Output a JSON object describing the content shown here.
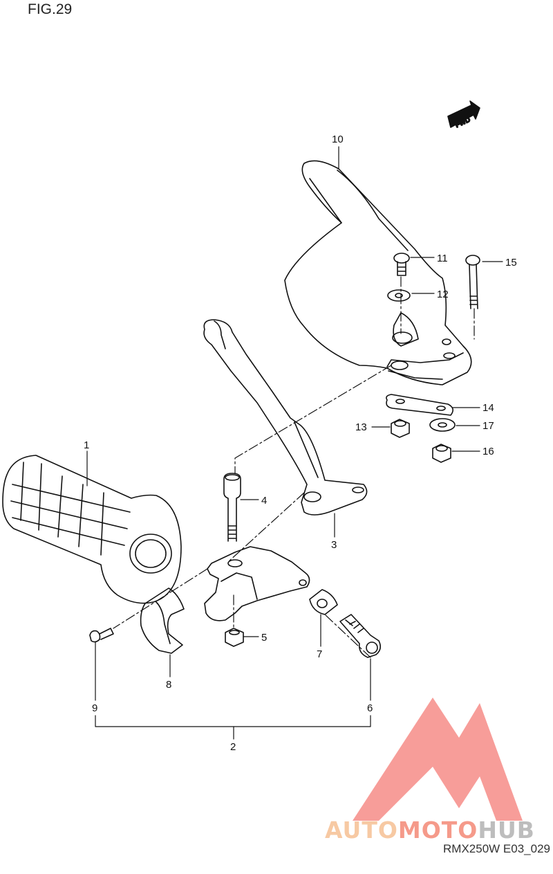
{
  "figure": {
    "title": "FIG.29",
    "code": "RMX250W E03_029"
  },
  "watermark": {
    "part1": "AUTO",
    "part2": "MOTO",
    "part3": "HUB",
    "colors": {
      "auto": "#f7c9a3",
      "moto": "#f59a8a",
      "hub": "#bdbdbd",
      "logo": "#f47f7a"
    }
  },
  "fwd_label": "FWD",
  "callouts": [
    {
      "id": "1",
      "part": "grip"
    },
    {
      "id": "2",
      "part": "holder-set"
    },
    {
      "id": "3",
      "part": "clutch-lever"
    },
    {
      "id": "4",
      "part": "pivot-bolt"
    },
    {
      "id": "5",
      "part": "nut"
    },
    {
      "id": "6",
      "part": "adjuster-bolt"
    },
    {
      "id": "7",
      "part": "adjuster-nut"
    },
    {
      "id": "8",
      "part": "clamp"
    },
    {
      "id": "9",
      "part": "screw"
    },
    {
      "id": "10",
      "part": "hand-guard"
    },
    {
      "id": "11",
      "part": "bolt"
    },
    {
      "id": "12",
      "part": "washer"
    },
    {
      "id": "13",
      "part": "nut"
    },
    {
      "id": "14",
      "part": "plate"
    },
    {
      "id": "15",
      "part": "bolt"
    },
    {
      "id": "16",
      "part": "nut"
    },
    {
      "id": "17",
      "part": "washer"
    }
  ]
}
